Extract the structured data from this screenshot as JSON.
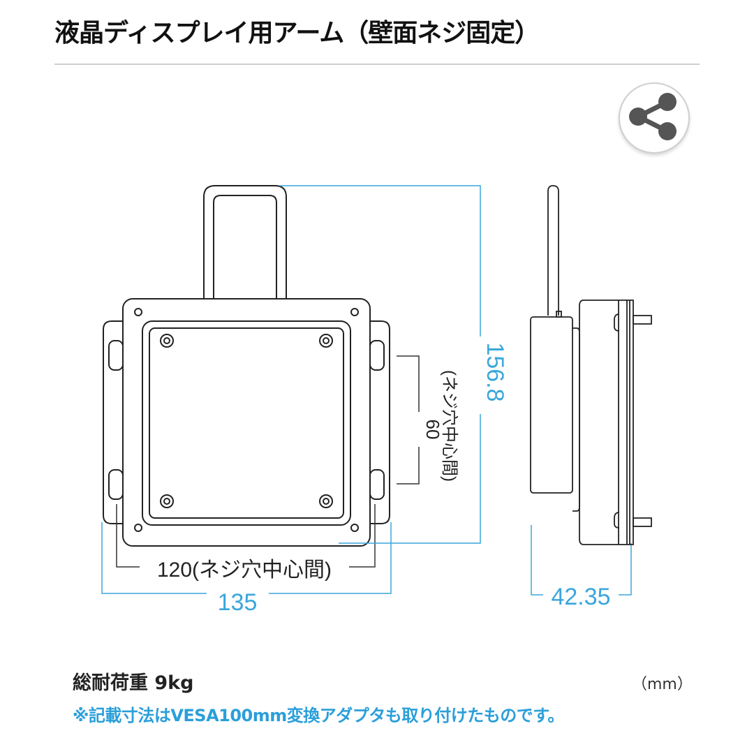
{
  "header": {
    "title": "液晶ディスプレイ用アーム（壁面ネジ固定）"
  },
  "share_button": {
    "icon": "share-icon",
    "label": "share"
  },
  "diagram": {
    "front_view": {
      "height_dimension": "156.8",
      "screw_pitch_vertical": "60",
      "screw_pitch_vertical_note": "(ネジ穴中心間)",
      "screw_pitch_horizontal": "120(ネジ穴中心間)",
      "width_dimension": "135"
    },
    "side_view": {
      "depth_dimension": "42.35"
    },
    "colors": {
      "dimension_line": "#3aa6dc",
      "outline": "#222222"
    }
  },
  "footer": {
    "load_capacity": "総耐荷重 9kg",
    "unit": "（mm）",
    "note": "※記載寸法はVESA100mm変換アダプタも取り付けたものです。"
  }
}
